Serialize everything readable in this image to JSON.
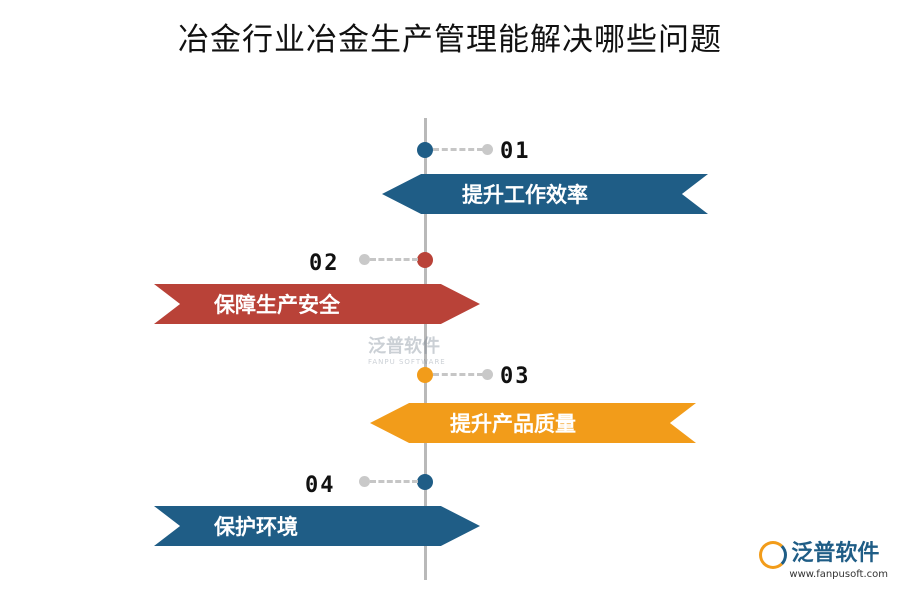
{
  "title": "冶金行业冶金生产管理能解决哪些问题",
  "items": [
    {
      "number": "01",
      "label": "提升工作效率",
      "color": "#1f5d86"
    },
    {
      "number": "02",
      "label": "保障生产安全",
      "color": "#b94238"
    },
    {
      "number": "03",
      "label": "提升产品质量",
      "color": "#f29c1a"
    },
    {
      "number": "04",
      "label": "保护环境",
      "color": "#1f5d86"
    }
  ],
  "watermark": {
    "brand": "泛普软件",
    "sub": "FANPU SOFTWARE"
  },
  "logo": {
    "brand": "泛普软件",
    "url": "www.fanpusoft.com",
    "icon": "fanpu-logo-icon"
  }
}
